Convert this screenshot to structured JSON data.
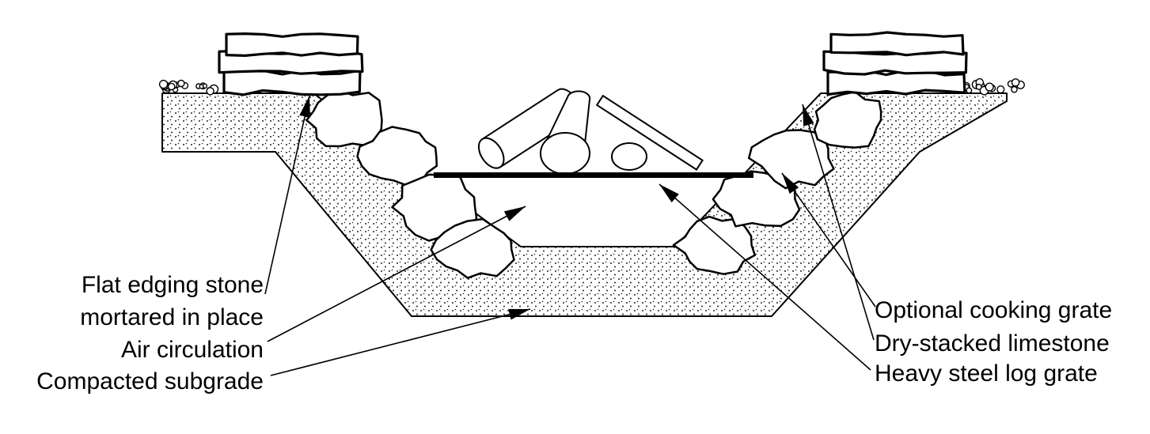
{
  "diagram": {
    "labels": {
      "flat_edging_line1": "Flat edging stone",
      "flat_edging_line2": "mortared in place",
      "air_circulation": "Air circulation",
      "compacted_subgrade": "Compacted subgrade",
      "optional_cooking_grate": "Optional cooking grate",
      "dry_stacked_limestone": "Dry-stacked limestone",
      "heavy_steel_log_grate": "Heavy steel log grate"
    },
    "colors": {
      "line": "#000000",
      "background": "#ffffff"
    }
  }
}
